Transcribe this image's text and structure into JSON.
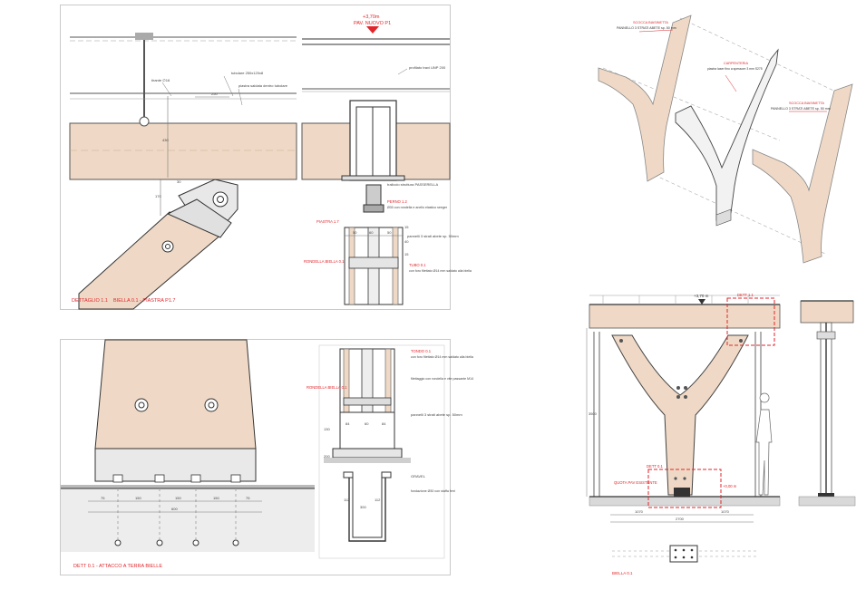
{
  "colors": {
    "wood": "#efd9c6",
    "wood_dark": "#e5c7ad",
    "line": "#333333",
    "thin": "#777777",
    "red": "#e0262b",
    "grey_fill": "#d9d9d9",
    "ground": "#e6e6e6"
  },
  "detail_a": {
    "caption": "DETTAGLIO 1.1",
    "caption2": "BIELLA 0.1 - PIASTRA P1.7",
    "note_tie": "tirante ∅16",
    "note_rod": "tubolare 250x120x8",
    "note_plate": "piastra saldata dentro tubolare",
    "dim_250": "250",
    "dim_430": "430",
    "dim_170": "170",
    "dim_30": "30"
  },
  "detail_b": {
    "elev_label": "+3,70m",
    "floor_label": "PAV. NUOVO P1",
    "note_beam": "profilato travi UNP 200",
    "note_pass": "traliccio struttura PASSERELLA",
    "note_pin": "PERNO 1.2",
    "note_pin2": "Ø30 con rondella e anello elastico seeger",
    "note_plate": "PIASTRA 1.7",
    "note_panels": "pannelli 3 strati abete sp. 50mm",
    "note_washer": "RONDELLA BIELLA 0.1",
    "note_tube": "TUBO 0.1",
    "note_tube2": "con foro filettato Ø14 mm saldato alla biella",
    "dims": [
      "50",
      "60",
      "50",
      "15",
      "40",
      "15"
    ]
  },
  "detail_c": {
    "caption": "DETT 0.1 - ATTACCO A TERRA BIELLE",
    "dims": [
      "75",
      "150",
      "150",
      "150",
      "75",
      "600"
    ]
  },
  "detail_d": {
    "note_washer": "RONDELLA BIELLA 0.1",
    "note_tube": "TONDO 0.1",
    "note_tube2": "con foro filettato Ø14 mm saldato alla biella",
    "note_thread": "filettaggio con rondella e vite passante M14",
    "note_panels": "pannelli 3 strati abete sp. 50mm",
    "note_grout": "GRAVEL",
    "note_slab": "fondazione Ø30 con staffa ferri",
    "dims": [
      "84",
      "60",
      "84",
      "130",
      "200",
      "112",
      "112",
      "300"
    ]
  },
  "axon": {
    "label_left": "SCOCCA BIASINETTA",
    "label_left2": "PANNELLO 3 STRATI ABETE sp. 50 mm",
    "label_mid": "CARPENTERIA",
    "label_mid2": "piastra laser fino a spessore 3 mm S275",
    "label_right": "SCOCCA BIASINETTA",
    "label_right2": "PANNELLO 3 STRATI ABETE sp. 50 mm"
  },
  "elevation": {
    "elev_label": "+3,70 m",
    "det_top": "DETT 1.1",
    "det_bottom": "DETT 0.1",
    "quota": "QUOTA PAV ESISTENTE",
    "zero": "+0,00 m",
    "dim_total": "2700",
    "dim_a": "1070",
    "dim_b": "1070",
    "dim_h": "3500",
    "caption": "BIELLA 0.1"
  }
}
